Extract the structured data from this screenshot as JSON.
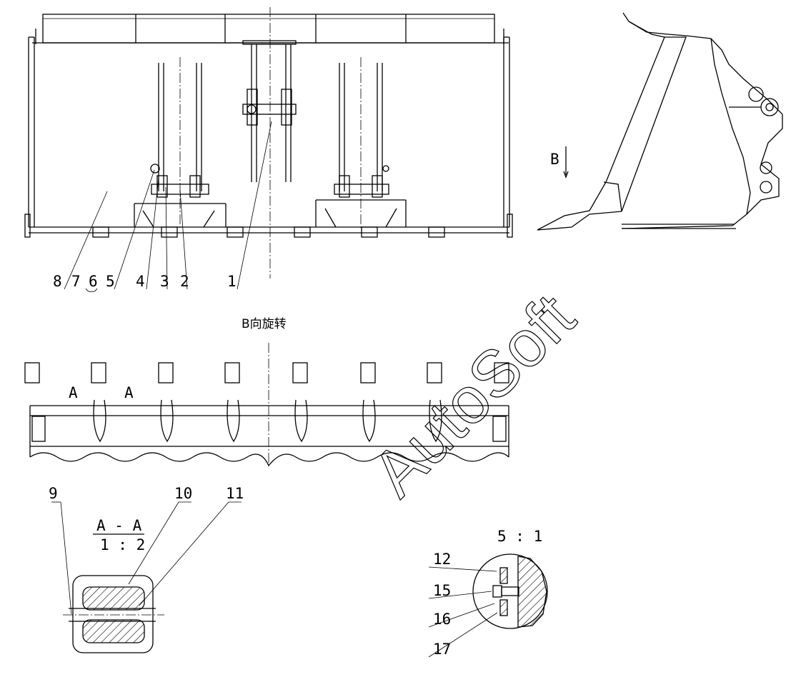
{
  "callouts_main": [
    "8",
    "7",
    "6",
    "5",
    "4",
    "3",
    "2",
    "1"
  ],
  "view_b_label": "B",
  "view_b_title": "B向旋转",
  "section_marks": [
    "A",
    "A"
  ],
  "section_title": "A - A",
  "section_scale": "1 : 2",
  "section_callouts": [
    "9",
    "10",
    "11"
  ],
  "detail_scale": "5 : 1",
  "detail_callouts": [
    "12",
    "15",
    "16",
    "17"
  ],
  "watermark": "AutoSoft"
}
